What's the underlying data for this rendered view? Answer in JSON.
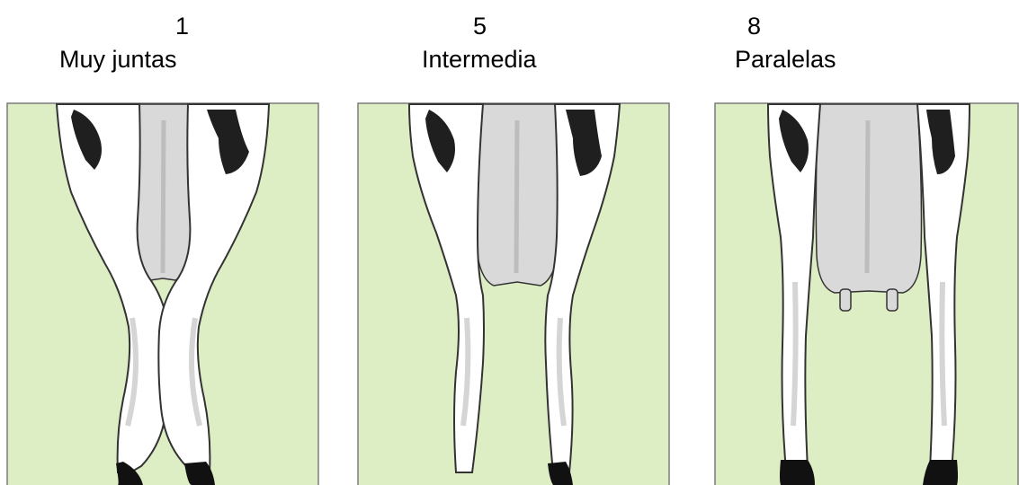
{
  "panels": [
    {
      "number": "1",
      "label": "Muy juntas"
    },
    {
      "number": "5",
      "label": "Intermedia"
    },
    {
      "number": "8",
      "label": "Paralelas"
    }
  ],
  "colors": {
    "background": "#deeec4",
    "frame": "#7a7a7a",
    "udder": "#d9d9d9",
    "skin": "#ffffff",
    "patch": "#1f1f1f",
    "hoof": "#111111",
    "outline": "#333333"
  }
}
